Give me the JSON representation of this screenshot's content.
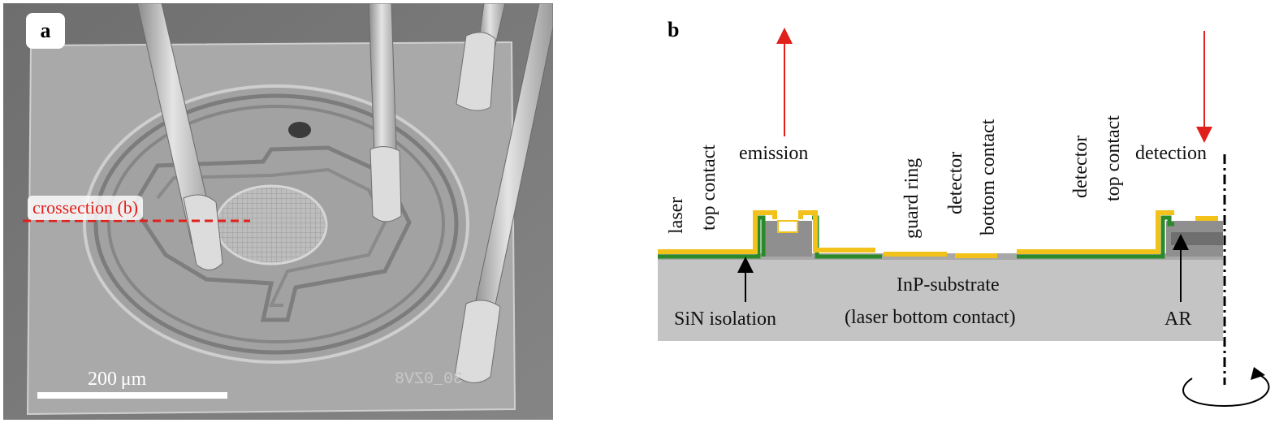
{
  "panel_a": {
    "letter": "a",
    "crossection_label": "crossection (b)",
    "scale_label": "200 μm",
    "chip_marking": "30_0ZV8"
  },
  "panel_b": {
    "letter": "b",
    "labels": {
      "laser": "laser",
      "top_contact": "top contact",
      "emission": "emission",
      "guard_ring": "guard ring",
      "detector": "detector",
      "bottom_contact": "bottom contact",
      "detector2": "detector",
      "top_contact2": "top contact",
      "detection": "detection",
      "substrate": "InP-substrate",
      "substrate_sub": "(laser bottom contact)",
      "sin": "SiN isolation",
      "ar": "AR"
    }
  },
  "colors": {
    "arrow": "#e0201b",
    "gold": "#f2c21b",
    "sin_green": "#2a8a2a",
    "substrate": "#c4c4c4"
  }
}
